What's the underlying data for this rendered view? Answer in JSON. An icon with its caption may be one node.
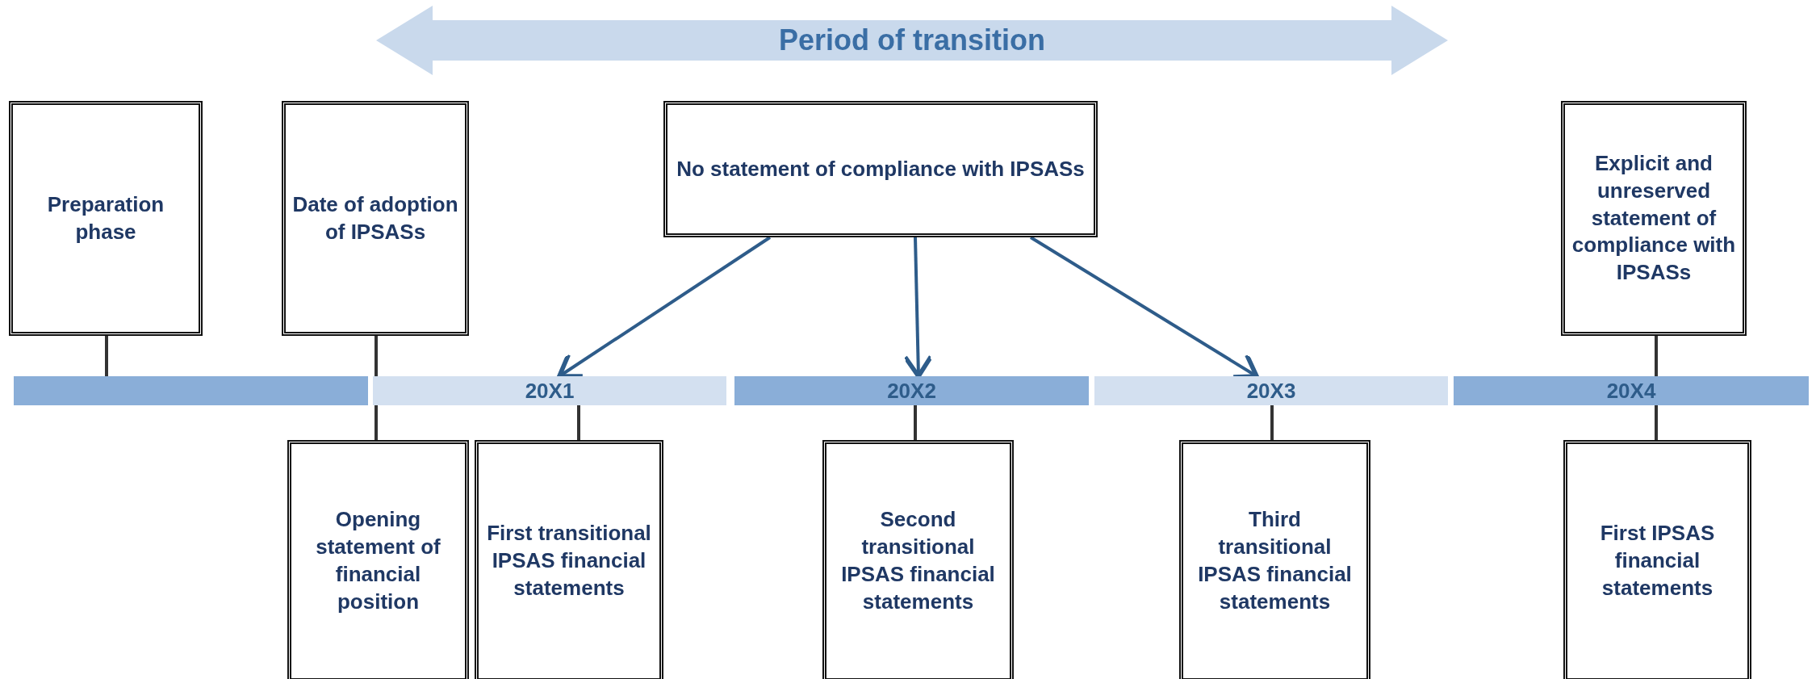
{
  "diagram": {
    "nodes": [
      {
        "text": [
          "Period of transition"
        ]
      },
      {
        "text": [
          "Preparation phase"
        ]
      },
      {
        "text": [
          "Date of adoption of IPSASs"
        ]
      },
      {
        "text": [
          "No statement of compliance  with IPSASs"
        ]
      },
      {
        "text": [
          "Explicit and unreserved statement of compliance with IPSASs"
        ]
      },
      {
        "text": [],
        "shape": "bar"
      },
      {
        "text": [
          "20X1"
        ]
      },
      {
        "text": [
          "20X2"
        ]
      },
      {
        "text": [
          "20X3"
        ]
      },
      {
        "text": [
          "20X4"
        ]
      },
      {
        "text": [
          "Opening statement of financial position"
        ]
      },
      {
        "text": [
          "First transitional IPSAS financial statements"
        ]
      },
      {
        "text": [
          "Second transitional IPSAS financial statements"
        ]
      },
      {
        "text": [
          "Third transitional IPSAS financial statements"
        ]
      },
      {
        "text": [
          "First IPSAS financial statements"
        ]
      }
    ],
    "edges": [
      {
        "from": 1,
        "to": 5,
        "arrow": "none"
      },
      {
        "from": 2,
        "to": 6,
        "arrow": "none"
      },
      {
        "from": 3,
        "to": 6,
        "arrow": "to",
        "color": "#2e5c8a"
      },
      {
        "from": 3,
        "to": 7,
        "arrow": "to",
        "color": "#2e5c8a"
      },
      {
        "from": 3,
        "to": 8,
        "arrow": "to",
        "color": "#2e5c8a"
      },
      {
        "from": 4,
        "to": 9,
        "arrow": "none"
      },
      {
        "from": 6,
        "to": 10,
        "arrow": "none"
      },
      {
        "from": 6,
        "to": 11,
        "arrow": "none"
      },
      {
        "from": 7,
        "to": 12,
        "arrow": "none"
      },
      {
        "from": 8,
        "to": 13,
        "arrow": "none"
      },
      {
        "from": 9,
        "to": 14,
        "arrow": "none"
      }
    ]
  }
}
